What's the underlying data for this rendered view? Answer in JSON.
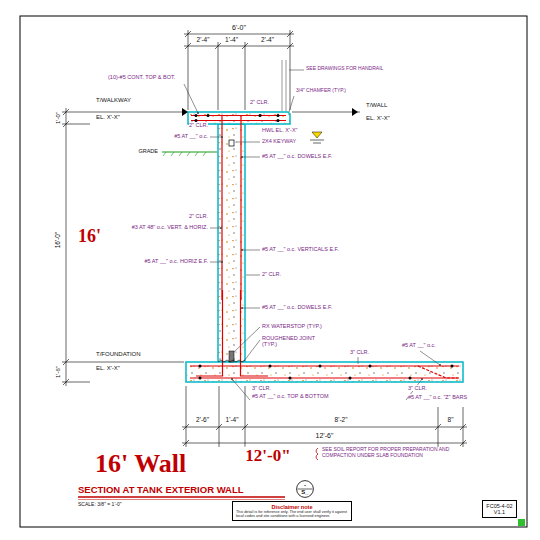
{
  "diagram": {
    "title": "SECTION AT TANK EXTERIOR WALL",
    "nodes": [
      {
        "text": [
          "Disclaimer note",
          "This detail is for reference only. The end user shall verify it against local codes and site conditions with a licensed engineer."
        ]
      },
      {
        "text": [
          "-",
          "S_"
        ]
      },
      {
        "text": [
          "FC05-4-02",
          "V1.1"
        ]
      }
    ],
    "labels": [
      "6'-0\"",
      "2'-4\"",
      "1'-4\"",
      "2'-4\"",
      "SEE DRAWINGS FOR HANDRAIL",
      "3/4\" CHAMFER (TYP.)",
      "2\" CLR.",
      "(10)-#5 CONT. TOP & BOT.",
      "T/WALKWAY",
      "EL. X'-X\"",
      "T/WALL",
      "EL. X'-X\"",
      "2\" CLR.",
      "#5 AT __\" o.c.",
      "HWL EL. X'-X\"",
      "2X4 KEYWAY",
      "GRADE",
      "#5 AT __\" o.c. DOWELS E.F.",
      "16'",
      "2\" CLR.",
      "#3 AT 48\" o.c. VERT. & HORIZ.",
      "#5 AT __\" o.c. VERTICALS E.F.",
      "#5 AT __\" o.c. HORIZ E.F.",
      "2\" CLR.",
      "#5 AT __\" o.c. DOWELS E.F.",
      "RX WATERSTOP (TYP.)",
      "ROUGHENED JOINT (TYP.)",
      "3\" CLR.",
      "#5 AT __\" o.c.",
      "T/FOUNDATION",
      "EL. X'-X\"",
      "1'-0\"",
      "16'-0\"",
      "1'-6\"",
      "3\" CLR.",
      "#5 AT __\" o.c. TOP & BOTTOM",
      "3\" CLR.",
      "#5 AT __\" o.c. \"Z\" BARS",
      "2'-6\"",
      "1'-4\"",
      "8'-2\"",
      "8\"",
      "12'-6\"",
      "12'-0\"",
      "16' Wall",
      "SEE SOIL REPORT FOR PROPER PREPARATION AND COMPACTION UNDER SLAB FOUNDATION",
      "SCALE: 3/8\" = 1'-0\""
    ]
  }
}
